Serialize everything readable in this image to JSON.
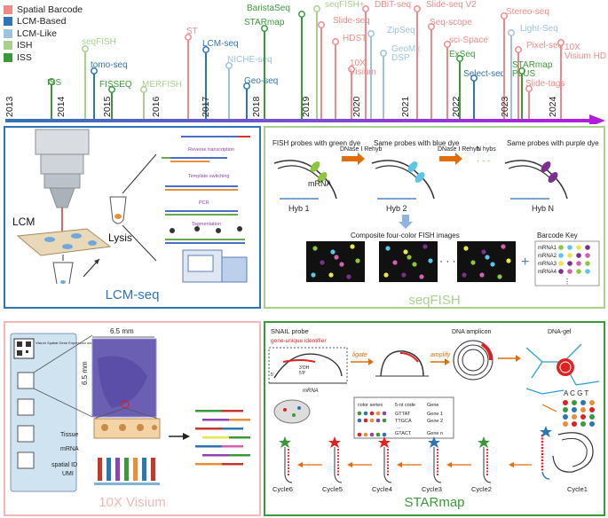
{
  "legend": [
    {
      "label": "Spatial Barcode",
      "color": "#f08a8a"
    },
    {
      "label": "LCM-Based",
      "color": "#2e75b6"
    },
    {
      "label": "LCM-Like",
      "color": "#9cc3e0"
    },
    {
      "label": "ISH",
      "color": "#a9d18e"
    },
    {
      "label": "ISS",
      "color": "#3a9a3a"
    }
  ],
  "timeline": {
    "years": [
      "2013",
      "2014",
      "2015",
      "2016",
      "2017",
      "2018",
      "2019",
      "2020",
      "2021",
      "2022",
      "2023",
      "2024"
    ],
    "methods": [
      {
        "label": "ISS",
        "category": "ISS"
      },
      {
        "label": "seqFISH",
        "category": "ISH"
      },
      {
        "label": "tomo-seq",
        "category": "LCM-Based"
      },
      {
        "label": "FISSEQ",
        "category": "ISS"
      },
      {
        "label": "MERFISH",
        "category": "ISH"
      },
      {
        "label": "ST",
        "category": "Spatial Barcode"
      },
      {
        "label": "LCM-seq",
        "category": "LCM-Based"
      },
      {
        "label": "NICHE-seq",
        "category": "LCM-Like"
      },
      {
        "label": "Geo-seq",
        "category": "LCM-Based"
      },
      {
        "label": "STARmap",
        "category": "ISS"
      },
      {
        "label": "BaristaSeq",
        "category": "ISS"
      },
      {
        "label": "seqFISH+",
        "category": "ISH"
      },
      {
        "label": "Slide-seq",
        "category": "Spatial Barcode"
      },
      {
        "label": "HDST",
        "category": "Spatial Barcode"
      },
      {
        "label": "10X Visium",
        "category": "Spatial Barcode"
      },
      {
        "label": "DBiT-seq",
        "category": "Spatial Barcode"
      },
      {
        "label": "ZipSeq",
        "category": "LCM-Like"
      },
      {
        "label": "GeoMx DSP",
        "category": "LCM-Like"
      },
      {
        "label": "Slide-seq V2",
        "category": "Spatial Barcode"
      },
      {
        "label": "Seq-scope",
        "category": "Spatial Barcode"
      },
      {
        "label": "sci-Space",
        "category": "Spatial Barcode"
      },
      {
        "label": "ExSeq",
        "category": "ISS"
      },
      {
        "label": "Select-seq",
        "category": "LCM-Based"
      },
      {
        "label": "Stereo-seq",
        "category": "Spatial Barcode"
      },
      {
        "label": "Light-Seq",
        "category": "LCM-Like"
      },
      {
        "label": "Pixel-seq",
        "category": "Spatial Barcode"
      },
      {
        "label": "STARmap PLUS",
        "category": "ISS"
      },
      {
        "label": "Slide-tags",
        "category": "Spatial Barcode"
      },
      {
        "label": "10X Visium HD",
        "category": "Spatial Barcode"
      }
    ]
  },
  "lcm": {
    "title": "LCM-seq",
    "lcm_label": "LCM",
    "lysis_label": "Lysis",
    "steps": [
      "Reverse transcription",
      "Template switching",
      "PCR",
      "Tagmentation"
    ]
  },
  "seqfish": {
    "title": "seqFISH",
    "probe_labels": [
      "FISH probes with green dye",
      "Same probes with blue dye",
      "Same probes with purple dye"
    ],
    "dnase_label": "DNase I Rehyb",
    "nhyb_label": "N hybs",
    "mrna_label": "mRNA",
    "hyb_labels": [
      "Hyb 1",
      "Hyb 2",
      "Hyb N"
    ],
    "composite_label": "Composite four-color FISH images",
    "ellipsis": "· · ·",
    "plus": "+",
    "barcode_key_title": "Barcode Key",
    "barcode_key_rows": [
      "mRNA1",
      "mRNA2",
      "mRNA3",
      "mRNA4"
    ],
    "barcode_key_more": "⋮"
  },
  "visium": {
    "title": "10X Visium",
    "slide_text": "Visium Spatial Gene Expression slide",
    "dim_w": "6.5 mm",
    "dim_h": "6.5 mm",
    "tissue_label": "Tissue",
    "mrna_label": "mRNA",
    "spatial_label": "spatial ID",
    "umi_label": "UMI"
  },
  "starmap": {
    "title": "STARmap",
    "snail_title": "SNAIL probe",
    "gene_id": "gene-unique identifier",
    "oh_label": "3'OH",
    "p_label": "5'P",
    "five_label": "5'",
    "mrna_label": "mRNA",
    "ligate": "ligate",
    "amplify": "amplify",
    "amplicon": "DNA amplicon",
    "dnagel": "DNA-gel",
    "table_headers": [
      "color series",
      "5-nt code",
      "Gene"
    ],
    "table_codes": [
      "GTTAT",
      "TTGCA",
      "GTACT"
    ],
    "table_genes": [
      "Gene 1",
      "Gene 2",
      "Gene n"
    ],
    "table_more": "...",
    "acgt": "A C G T",
    "cycles": [
      "Cycle6",
      "Cycle5",
      "Cycle4",
      "Cycle3",
      "Cycle2",
      "Cycle1"
    ]
  }
}
